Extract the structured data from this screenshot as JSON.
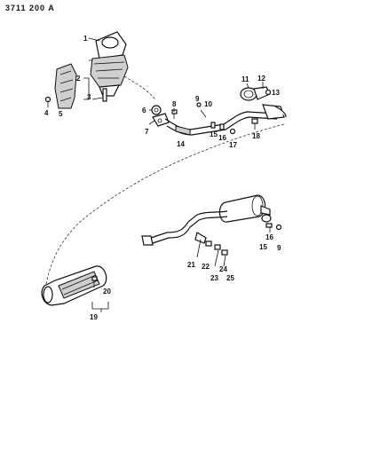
{
  "diagram_code": "3711 200 A",
  "part_numbers": [
    "1",
    "2",
    "3",
    "4",
    "5",
    "6",
    "7",
    "8",
    "9",
    "10",
    "11",
    "12",
    "13",
    "14",
    "15",
    "16",
    "17",
    "18",
    "9",
    "15",
    "16",
    "19",
    "20",
    "21",
    "22",
    "23",
    "24",
    "25"
  ]
}
